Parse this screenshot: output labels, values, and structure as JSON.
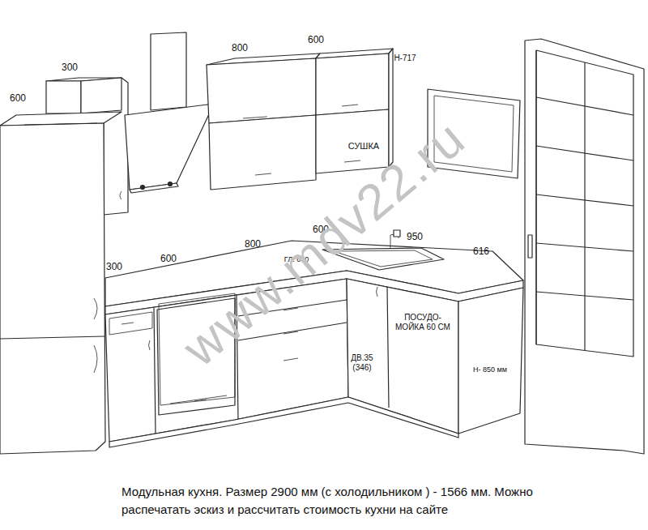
{
  "diagram": {
    "caption": "Модульная кухня. Размер 2900 мм (с холодильником ) - 1566 мм. Можно распечатать эскиз и рассчитать стоимость кухни на сайте",
    "labels": [
      "600",
      "300",
      "800",
      "600",
      "Н-717",
      "СУШКА",
      "300",
      "600",
      "800",
      "600",
      "ГЛ. 600",
      "950",
      "616",
      "ДВ.35 (346)",
      "ПОСУДО- МОЙКА 60 СМ",
      "Н- 850 мм",
      "www.mdv22.ru"
    ]
  }
}
